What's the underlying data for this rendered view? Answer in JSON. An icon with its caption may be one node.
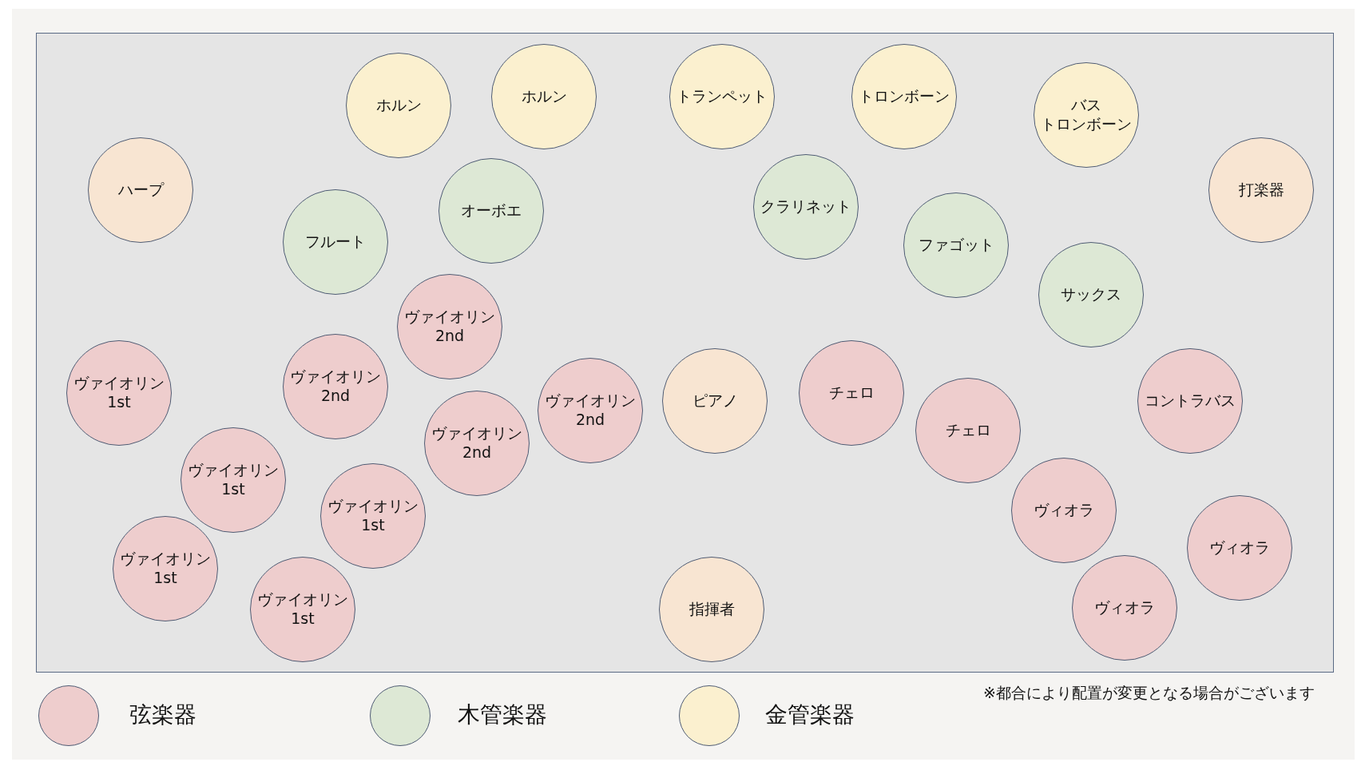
{
  "diagram": {
    "nodes": [
      {
        "text": [],
        "shape": "box"
      },
      {
        "text": [
          "ホルン"
        ],
        "in": 0
      },
      {
        "text": [
          "ホルン"
        ],
        "in": 0
      },
      {
        "text": [
          "トランペット"
        ],
        "in": 0
      },
      {
        "text": [
          "トロンボーン"
        ],
        "in": 0
      },
      {
        "text": [
          "バストロンボーン"
        ],
        "in": 0
      },
      {
        "text": [
          "ハープ"
        ],
        "in": 0
      },
      {
        "text": [
          "オーボエ"
        ],
        "in": 0
      },
      {
        "text": [
          "クラリネット"
        ],
        "in": 0
      },
      {
        "text": [
          "打楽器"
        ],
        "in": 0
      },
      {
        "text": [
          "フルート"
        ],
        "in": 0
      },
      {
        "text": [
          "ファゴット"
        ],
        "in": 0
      },
      {
        "text": [
          "サックス"
        ],
        "in": 0
      },
      {
        "text": [
          "ヴァイオリン 2nd"
        ],
        "in": 0
      },
      {
        "text": [
          "ヴァイオリン 1st"
        ],
        "in": 0
      },
      {
        "text": [
          "ヴァイオリン 2nd"
        ],
        "in": 0
      },
      {
        "text": [
          "ヴァイオリン 2nd"
        ],
        "in": 0
      },
      {
        "text": [
          "ピアノ"
        ],
        "in": 0
      },
      {
        "text": [
          "チェロ"
        ],
        "in": 0
      },
      {
        "text": [
          "コントラバス"
        ],
        "in": 0
      },
      {
        "text": [
          "チェロ"
        ],
        "in": 0
      },
      {
        "text": [
          "ヴァイオリン 2nd"
        ],
        "in": 0
      },
      {
        "text": [
          "ヴァイオリン 1st"
        ],
        "in": 0
      },
      {
        "text": [
          "ヴァイオリン 1st"
        ],
        "in": 0
      },
      {
        "text": [
          "ヴィオラ"
        ],
        "in": 0
      },
      {
        "text": [
          "ヴィオラ"
        ],
        "in": 0
      },
      {
        "text": [
          "ヴァイオリン 1st"
        ],
        "in": 0
      },
      {
        "text": [
          "ヴィオラ"
        ],
        "in": 0
      },
      {
        "text": [
          "ヴァイオリン 1st"
        ],
        "in": 0
      },
      {
        "text": [
          "指揮者"
        ],
        "in": 0
      }
    ],
    "labels": [
      "※都合により配置が変更となる場合がございます"
    ],
    "legend": [
      {
        "text": "弦楽器",
        "color": "#eecdcd"
      },
      {
        "text": "木管楽器",
        "color": "#dde8d5"
      },
      {
        "text": "金管楽器",
        "color": "#fbf0cf"
      }
    ]
  }
}
